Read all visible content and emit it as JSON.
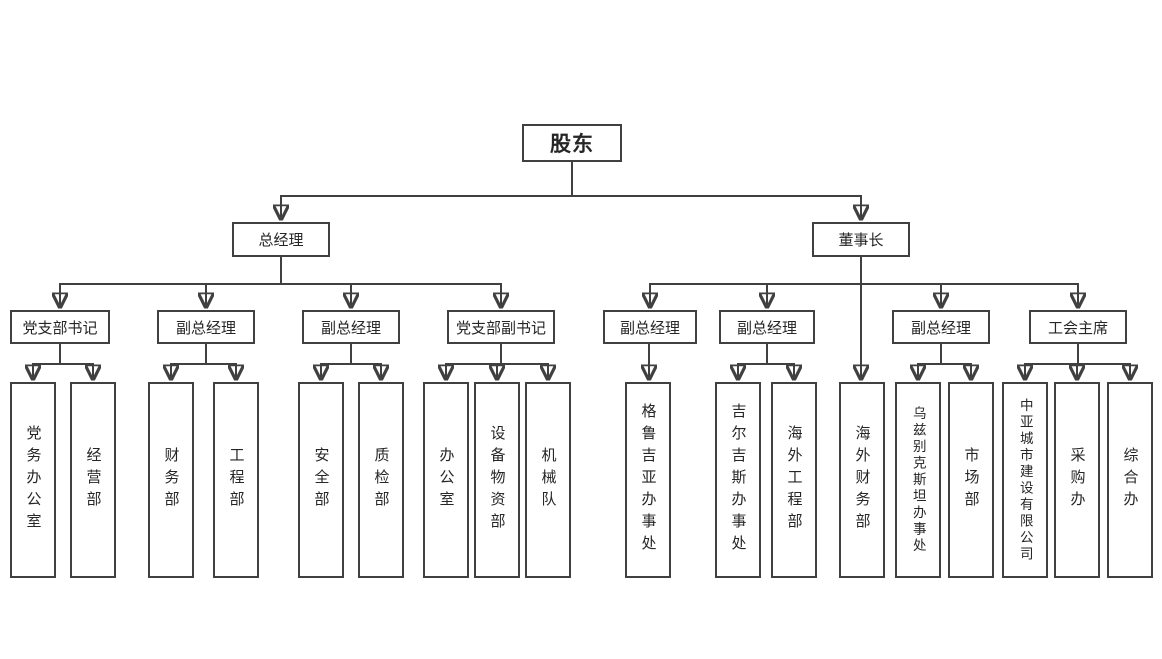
{
  "org_chart": {
    "type": "org-chart",
    "root": "股东",
    "branches": [
      {
        "head": "总经理",
        "groups": [
          {
            "manager": "党支部书记",
            "departments": [
              "党务办公室",
              "经营部"
            ]
          },
          {
            "manager": "副总经理",
            "departments": [
              "财务部",
              "工程部"
            ]
          },
          {
            "manager": "副总经理",
            "departments": [
              "安全部",
              "质检部"
            ]
          },
          {
            "manager": "党支部副书记",
            "departments": [
              "办公室",
              "设备物资部",
              "机械队"
            ]
          }
        ]
      },
      {
        "head": "董事长",
        "direct_departments": [
          "海外财务部"
        ],
        "groups": [
          {
            "manager": "副总经理",
            "departments": [
              "格鲁吉亚办事处"
            ]
          },
          {
            "manager": "副总经理",
            "departments": [
              "吉尔吉斯办事处",
              "海外工程部"
            ]
          },
          {
            "manager": "副总经理",
            "departments": [
              "乌兹别克斯坦办事处",
              "市场部"
            ]
          },
          {
            "manager": "工会主席",
            "departments": [
              "中亚城市建设有限公司",
              "采购办",
              "综合办"
            ]
          }
        ]
      }
    ],
    "colors": {
      "line": "#404040",
      "box_border": "#404040",
      "box_background": "#ffffff",
      "text": "#262626",
      "page_background": "#ffffff"
    }
  }
}
